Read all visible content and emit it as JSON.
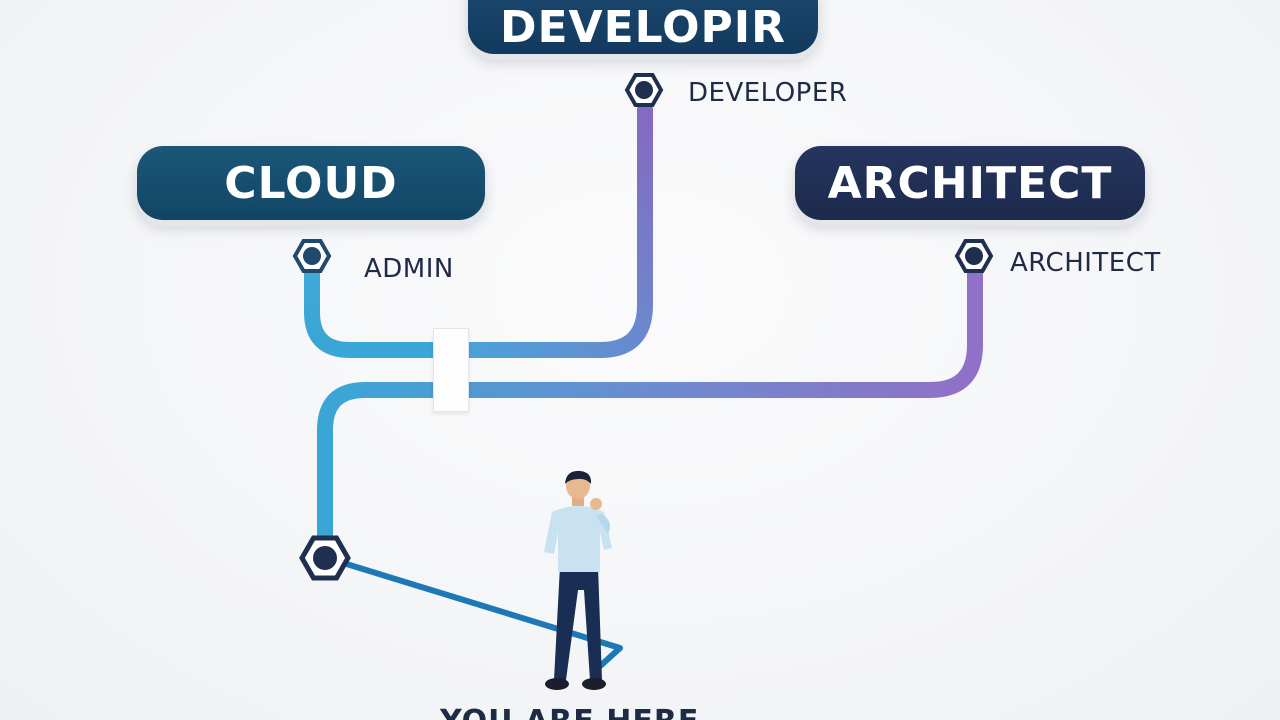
{
  "pills": {
    "developer": "DEVELOPIR",
    "cloud": "CLOUD",
    "architect": "ARCHITECT"
  },
  "nodes": {
    "developer": "DEVELOPER",
    "admin": "ADMIN",
    "architect": "ARCHITECT"
  },
  "start_label": "YOU ARE HERE",
  "colors": {
    "path_start": "#3aa6d6",
    "path_mid": "#5b8fd0",
    "path_end": "#8a6cc4",
    "node_ring": "#1f2f50",
    "pill_developer": "#1d4a72",
    "pill_cloud": "#1b5778",
    "pill_architect": "#26355e"
  }
}
